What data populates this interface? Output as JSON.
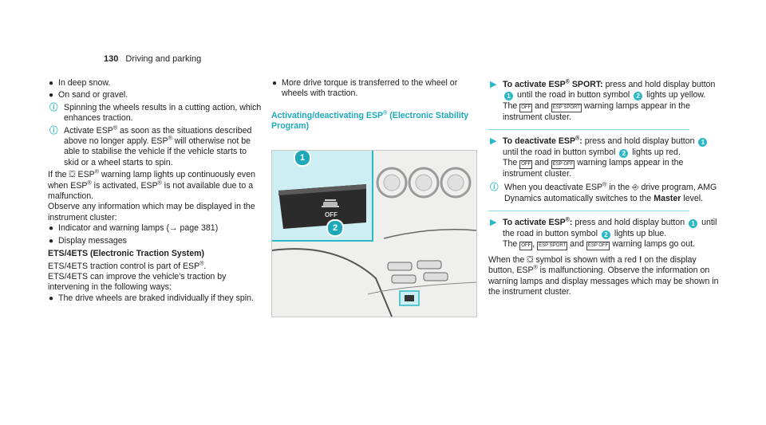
{
  "header": {
    "page_number": "130",
    "title": "Driving and parking"
  },
  "col1": {
    "bullets_top": [
      "In deep snow.",
      "On sand or gravel."
    ],
    "note1": "Spinning the wheels results in a cutting action, which enhances traction.",
    "note2_a": "Activate ESP",
    "note2_b": " as soon as the situations described above no longer apply. ESP",
    "note2_c": " will otherwise not be able to stabilise the vehicle if the vehicle starts to skid or a wheel starts to spin.",
    "para1_a": "If the",
    "para1_b": " ESP",
    "para1_c": " warning lamp lights up continuously even when ESP",
    "para1_d": " is activated, ESP",
    "para1_e": " is not available due to a malfunction.",
    "para2": "Observe any information which may be displayed in the instrument cluster:",
    "bullets_mid": [
      "Indicator and warning lamps (→ page 381)",
      "Display messages"
    ],
    "heading": "ETS/4ETS (Electronic Traction System)",
    "para3_a": "ETS/4ETS traction control is part of ESP",
    "para3_b": ".",
    "para4": "ETS/4ETS can improve the vehicle's traction by intervening in the following ways:",
    "bullets_bottom": [
      "The drive wheels are braked individually if they spin."
    ]
  },
  "col2": {
    "bullet": "More drive torque is transferred to the wheel or wheels with traction.",
    "heading_a": "Activating/deactivating ESP",
    "heading_b": " (Electronic Stability Program)",
    "callout1": "1",
    "callout2": "2",
    "inset_off": "OFF"
  },
  "col3": {
    "s1_lead": "To activate ESP",
    "s1_sport": " SPORT:",
    "s1_a": " press and hold display button",
    "s1_b": " until the road in button symbol",
    "s1_c": " lights up yellow.",
    "s1_d": "The",
    "s1_e": " and",
    "s1_f": " warning lamps appear in the instrument cluster.",
    "s2_lead": "To deactivate ESP",
    "s2_colon": ":",
    "s2_a": " press and hold display button",
    "s2_b": " until the road in button symbol",
    "s2_c": " lights up red.",
    "s2_d": "The",
    "s2_e": " and",
    "s2_f": " warning lamps appear in the instrument cluster.",
    "note_a": "When you deactivate ESP",
    "note_b": " in the",
    "note_c": " drive program, AMG Dynamics automatically switches to the",
    "note_master": " Master",
    "note_d": " level.",
    "s3_lead": "To activate ESP",
    "s3_colon": ":",
    "s3_a": " press and hold display button",
    "s3_b": " until the road in button symbol",
    "s3_c": " lights up blue.",
    "s3_d": "The",
    "s3_e": ",",
    "s3_f": " and",
    "s3_g": " warning lamps go out.",
    "final_a": "When the",
    "final_b": " symbol is shown with a red",
    "final_excl": " !",
    "final_c": " on the display button, ESP",
    "final_d": " is malfunctioning. Observe the information on warning lamps and display messages which may be shown in the instrument cluster."
  },
  "symbols": {
    "reg": "®",
    "one": "1",
    "two": "2",
    "off": "OFF",
    "esp_sport": "ESP SPORT",
    "esp_off": "ESP OFF"
  },
  "colors": {
    "accent": "#2bb8c8",
    "heading": "#1ea9bb"
  }
}
